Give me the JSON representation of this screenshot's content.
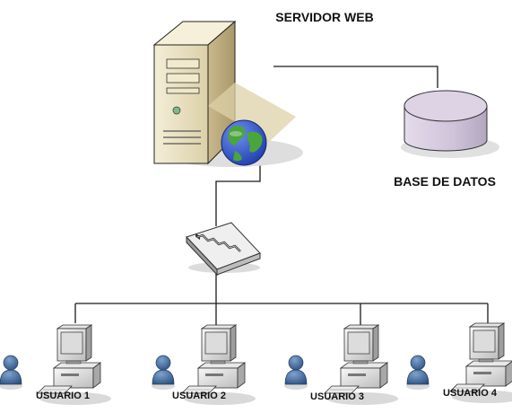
{
  "diagram": {
    "server": {
      "label": "SERVIDOR WEB",
      "icon": "server-tower-icon"
    },
    "database": {
      "label": "BASE DE DATOS",
      "icon": "database-cylinder-icon"
    },
    "switch": {
      "icon": "network-switch-icon"
    },
    "globe": {
      "icon": "globe-icon"
    },
    "users": [
      {
        "label": "USUARIO 1"
      },
      {
        "label": "USUARIO 2"
      },
      {
        "label": "USUARIO 3"
      },
      {
        "label": "USUARIO 4"
      }
    ]
  },
  "colors": {
    "line": "#1a1a1a",
    "server_body": "#ece4c4",
    "database": "#d7cde0",
    "person": "#3f6796",
    "globe_ocean": "#2a4fc0",
    "globe_land": "#3e9a32"
  }
}
